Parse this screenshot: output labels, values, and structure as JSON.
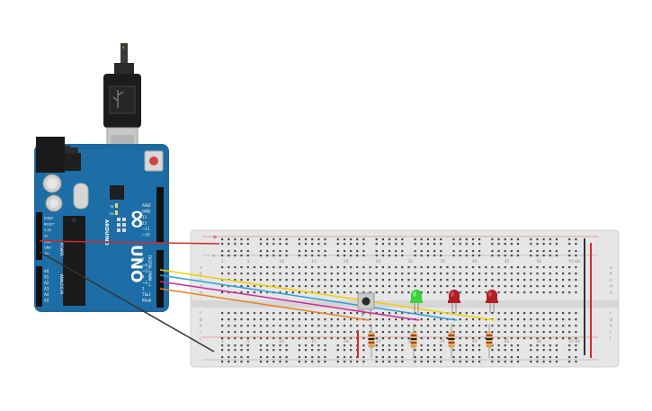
{
  "board": {
    "logo": "∞",
    "name": "UNO",
    "brand": "ARDUINO",
    "digital_header": "DIGITAL (PWM ~)",
    "analog_header": "ANALOG IN",
    "power_header": "POWER",
    "tx_label": "TX",
    "rx_label": "RX",
    "top_pins": [
      "AREF",
      "GND",
      "13",
      "12",
      "~11",
      "~10"
    ],
    "digital_pins": [
      "7",
      "~6",
      "~5",
      "4",
      "~3",
      "2",
      "TX▸1",
      "RX◂0"
    ],
    "power_pins": [
      "IOREF",
      "RESET",
      "3.3V",
      "5V",
      "GND",
      "GND",
      "Vin"
    ],
    "analog_pins": [
      "A0",
      "A1",
      "A2",
      "A3",
      "A4",
      "A5"
    ]
  },
  "breadboard": {
    "column_numbers": [
      "1",
      "5",
      "10",
      "15",
      "20",
      "25",
      "30",
      "35",
      "40",
      "45",
      "50",
      "55",
      "60"
    ],
    "row_letters_top": [
      "a",
      "b",
      "c",
      "d",
      "e"
    ],
    "row_letters_bottom": [
      "f",
      "g",
      "h",
      "i",
      "j"
    ],
    "rail_plus": "+",
    "rail_minus": "-"
  },
  "components": {
    "leds": [
      {
        "color": "#3ccf3c",
        "glow": "#8ff58f"
      },
      {
        "color": "#b01f24",
        "glow": "#d9585d"
      },
      {
        "color": "#b01f24",
        "glow": "#d9585d"
      }
    ],
    "wire_colors": {
      "power": "#d42a2a",
      "ground": "#333333",
      "yellow": "#f0d000",
      "blue": "#2aa0d8",
      "magenta": "#cc2a9a",
      "orange": "#e5811e"
    }
  }
}
